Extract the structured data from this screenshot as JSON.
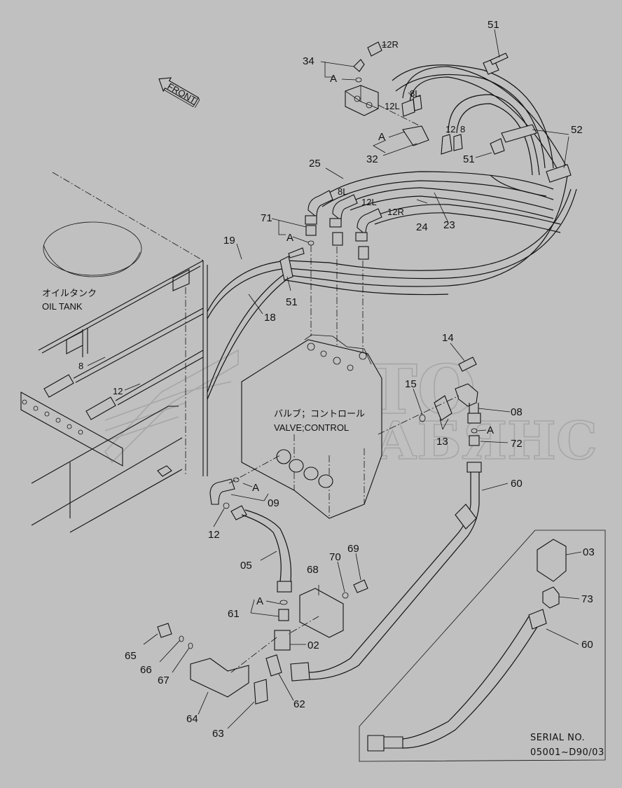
{
  "diagram": {
    "type": "exploded-parts-diagram",
    "subject": "Hydraulic piping around control valve",
    "background_color": "#c0c0c0",
    "line_color": "#111111",
    "front_indicator": "FRONT",
    "oil_tank": {
      "label_jp": "オイルタンク",
      "label_en": "OIL TANK"
    },
    "control_valve": {
      "label_jp": "バルブ；コントロール",
      "label_en": "VALVE;CONTROL"
    },
    "watermark": {
      "line1": "АВТО",
      "line2": "ААБЯНС"
    },
    "serial_box": {
      "title": "SERIAL NO.",
      "range": "05001~D90/03"
    },
    "callouts": {
      "p34": "34",
      "p12R_top": "12R",
      "pA_34": "A",
      "p12L_top": "12L",
      "p8L_top": "8L",
      "pA_32": "A",
      "p32": "32",
      "p12_top": "12",
      "p8_top": "8",
      "p51_top": "51",
      "p51_mid": "51",
      "p52": "52",
      "p25": "25",
      "p8L": "8L",
      "p12L": "12L",
      "p12R": "12R",
      "p24": "24",
      "p23": "23",
      "p71": "71",
      "pA_71": "A",
      "p19": "19",
      "p18": "18",
      "p51_left": "51",
      "p8_tank": "8",
      "p12_tank": "12",
      "p14": "14",
      "p15": "15",
      "p08": "08",
      "p13": "13",
      "pA_72": "A",
      "p72": "72",
      "p60": "60",
      "pA_09": "A",
      "p09": "09",
      "p12_low": "12",
      "p05": "05",
      "p68": "68",
      "p70": "70",
      "p69": "69",
      "pA_61": "A",
      "p61": "61",
      "p02": "02",
      "p65": "65",
      "p66": "66",
      "p67": "67",
      "p62": "62",
      "p64": "64",
      "p63": "63",
      "p03": "03",
      "p73": "73",
      "p60_box": "60"
    }
  }
}
